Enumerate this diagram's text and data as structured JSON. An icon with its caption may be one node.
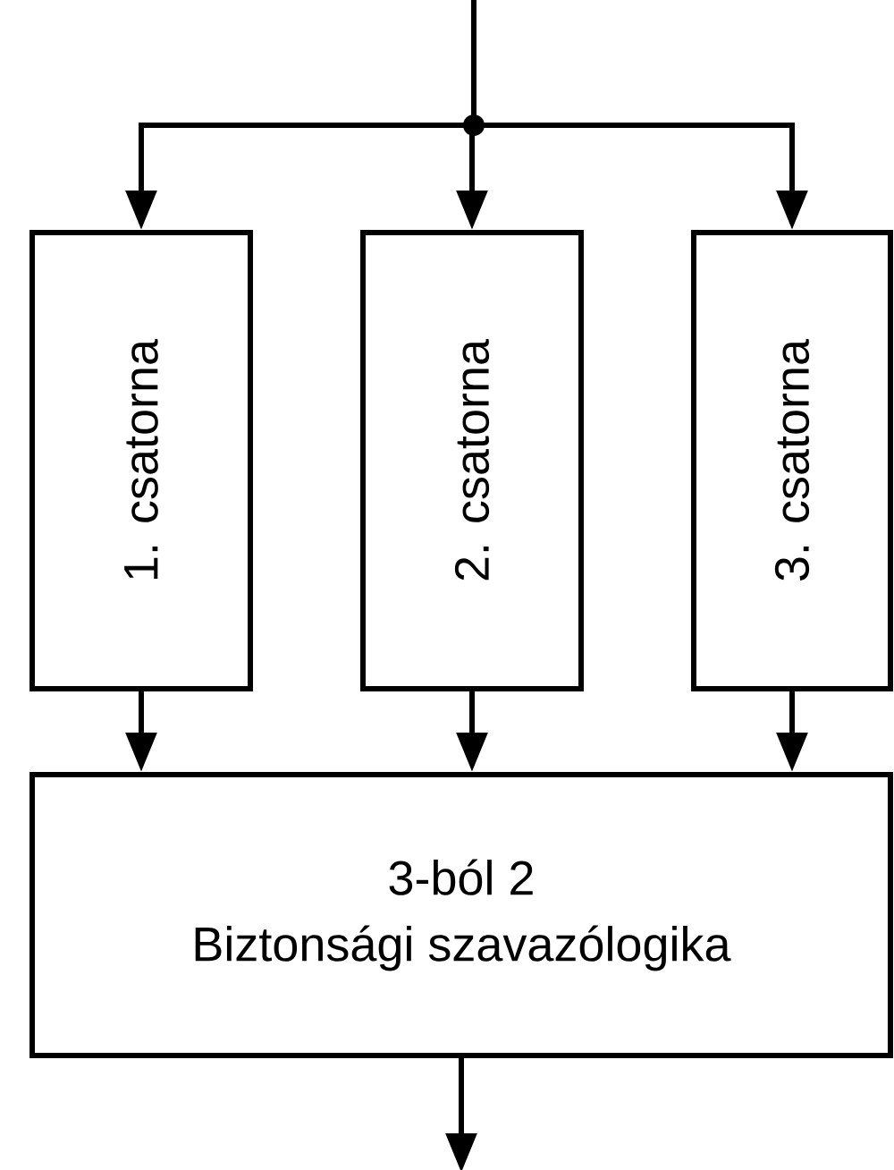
{
  "diagram": {
    "nodes": [
      {
        "text": [
          "1. csatorna"
        ]
      },
      {
        "text": [
          "2. csatorna"
        ]
      },
      {
        "text": [
          "3. csatorna"
        ]
      },
      {
        "text": [
          "3-ból 2",
          "Biztonsági szavazólogika"
        ]
      }
    ],
    "edges": [
      {
        "from": null,
        "to": 0,
        "arrow": "to"
      },
      {
        "from": null,
        "to": 1,
        "arrow": "to"
      },
      {
        "from": null,
        "to": 2,
        "arrow": "to"
      },
      {
        "from": 0,
        "to": 3,
        "arrow": "to"
      },
      {
        "from": 1,
        "to": 3,
        "arrow": "to"
      },
      {
        "from": 2,
        "to": 3,
        "arrow": "to"
      },
      {
        "from": 3,
        "to": null,
        "arrow": "to"
      }
    ]
  }
}
